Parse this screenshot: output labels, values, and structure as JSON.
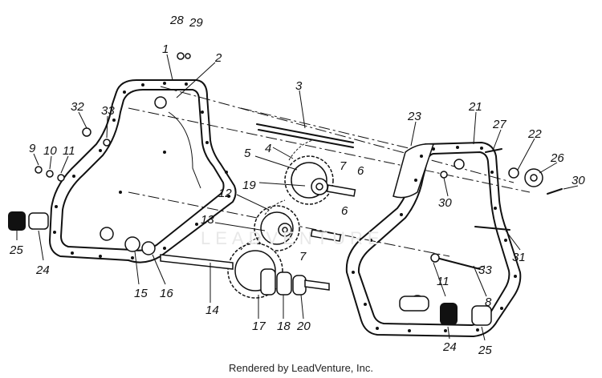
{
  "diagram": {
    "callouts": [
      "1",
      "2",
      "3",
      "4",
      "5",
      "6",
      "6",
      "7",
      "7",
      "8",
      "9",
      "10",
      "11",
      "11",
      "12",
      "13",
      "14",
      "15",
      "16",
      "17",
      "18",
      "19",
      "20",
      "21",
      "22",
      "23",
      "24",
      "24",
      "25",
      "25",
      "26",
      "27",
      "28",
      "29",
      "30",
      "30",
      "31",
      "32",
      "33",
      "33"
    ],
    "watermark": "LEADVENTURE",
    "credit": "Rendered by LeadVenture, Inc."
  }
}
